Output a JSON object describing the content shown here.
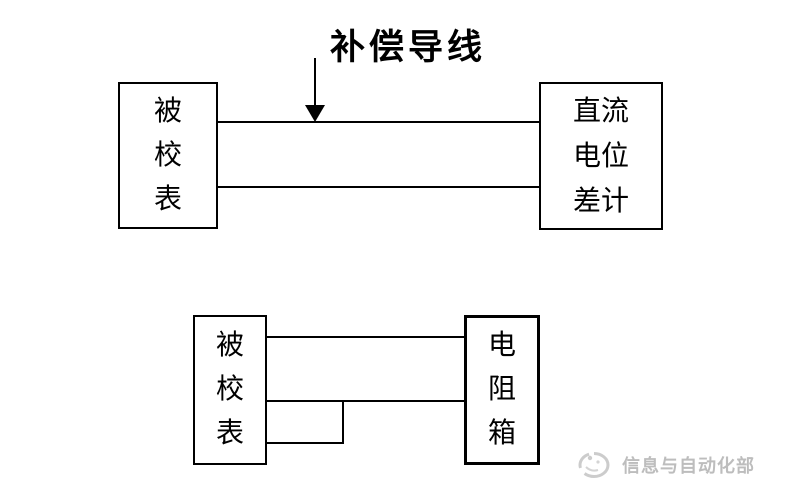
{
  "colors": {
    "background": "#ffffff",
    "line": "#000000",
    "text": "#000000",
    "watermark_gray": "#bdbdbd"
  },
  "annotation": {
    "label": "补偿导线"
  },
  "top_diagram": {
    "left_box": {
      "chars": [
        "被",
        "校",
        "表"
      ]
    },
    "right_box": {
      "rows": [
        "直流",
        "电位",
        "差计"
      ]
    }
  },
  "bottom_diagram": {
    "left_box": {
      "chars": [
        "被",
        "校",
        "表"
      ]
    },
    "right_box": {
      "chars": [
        "电",
        "阻",
        "箱"
      ]
    }
  },
  "watermark": {
    "text": "信息与自动化部",
    "logo_icon": "circular-emblem"
  }
}
